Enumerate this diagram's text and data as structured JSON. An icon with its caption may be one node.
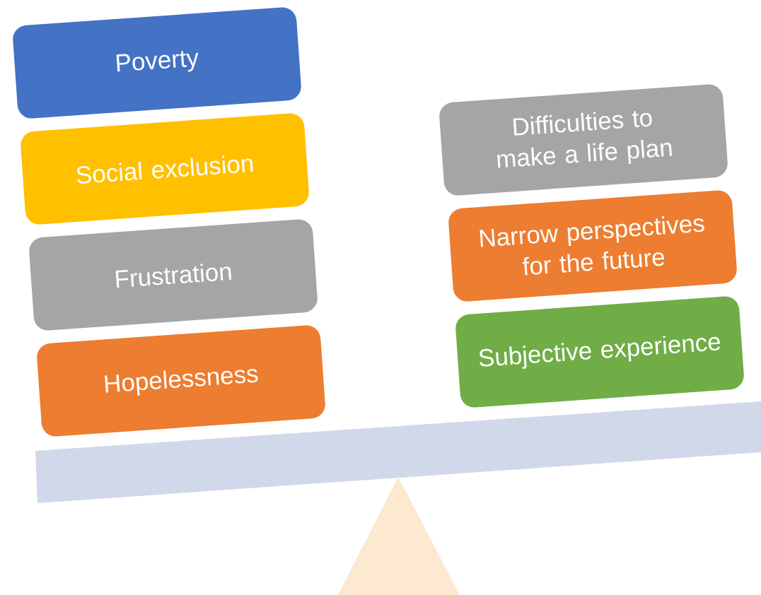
{
  "diagram": {
    "nodes": [
      {
        "text": [
          "Poverty"
        ]
      },
      {
        "text": [
          "Social exclusion"
        ]
      },
      {
        "text": [
          "Frustration"
        ]
      },
      {
        "text": [
          "Hopelessness"
        ]
      },
      {
        "text": [
          "Difficulties to make a life plan"
        ]
      },
      {
        "text": [
          "Narrow perspectives for the future"
        ]
      },
      {
        "text": [
          "Subjective experience"
        ]
      }
    ]
  }
}
